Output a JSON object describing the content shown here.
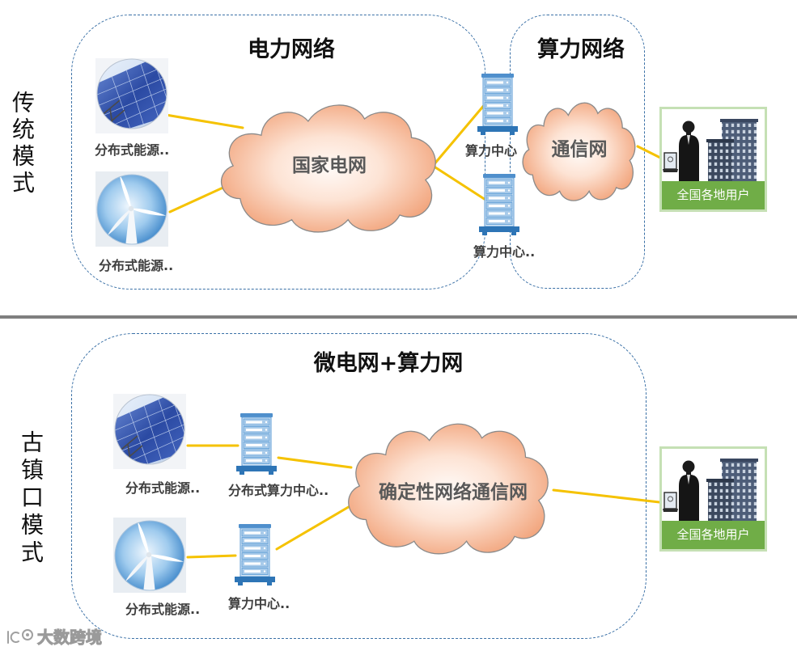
{
  "top": {
    "mode_label": "传统模式",
    "power_network": {
      "title": "电力网络",
      "grid_cloud": "国家电网",
      "sources": [
        {
          "label": "分布式能源..",
          "icon": "solar-panel-icon"
        },
        {
          "label": "分布式能源..",
          "icon": "wind-turbine-icon"
        }
      ]
    },
    "compute_network": {
      "title": "算力网络",
      "comm_cloud": "通信网"
    },
    "compute_centers": [
      {
        "label": "算力中心",
        "icon": "server-rack-icon"
      },
      {
        "label": "算力中心..",
        "icon": "server-rack-icon"
      }
    ],
    "users": {
      "label": "全国各地用户",
      "icon": "users-city-icon"
    }
  },
  "bottom": {
    "mode_label": "古镇口模式",
    "network": {
      "title": "微电网+算力网",
      "comm_cloud": "确定性网络通信网"
    },
    "sources": [
      {
        "label": "分布式能源..",
        "icon": "solar-panel-icon"
      },
      {
        "label": "分布式能源..",
        "icon": "wind-turbine-icon"
      }
    ],
    "compute_centers": [
      {
        "label": "分布式算力中心..",
        "icon": "server-rack-icon"
      },
      {
        "label": "算力中心..",
        "icon": "server-rack-icon"
      }
    ],
    "users": {
      "label": "全国各地用户",
      "icon": "users-city-icon"
    }
  },
  "watermark": {
    "text": "大数跨境",
    "icon": "brand-logo-icon"
  },
  "colors": {
    "link_line": "#f5c200",
    "frame_dashed": "#3a70a6",
    "user_band": "#70ad47",
    "user_frame": "#c5e0b4",
    "divider": "#7f7f7f",
    "cloud_text": "#595959",
    "label_text": "#3f3f3f"
  }
}
